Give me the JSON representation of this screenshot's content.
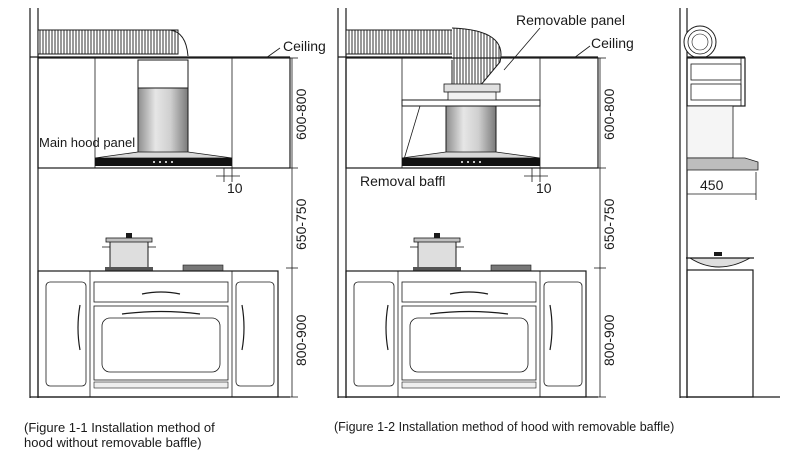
{
  "labels": {
    "ceiling_1": "Ceiling",
    "ceiling_2": "Ceiling",
    "main_hood_panel": "Main hood panel",
    "removable_panel": "Removable panel",
    "removal_baffl": "Removal baffl",
    "gap_1": "10",
    "gap_2": "10",
    "side_depth": "450"
  },
  "dimensions": {
    "upper_1": "600-800",
    "middle_1": "650-750",
    "lower_1": "800-900",
    "upper_2": "600-800",
    "middle_2": "650-750",
    "lower_2": "800-900"
  },
  "captions": {
    "figure_1_1_line1": "(Figure 1-1 Installation method of",
    "figure_1_1_line2": "hood without removable baffle)",
    "figure_1_2": "(Figure 1-2 Installation method of hood with removable baffle)"
  }
}
